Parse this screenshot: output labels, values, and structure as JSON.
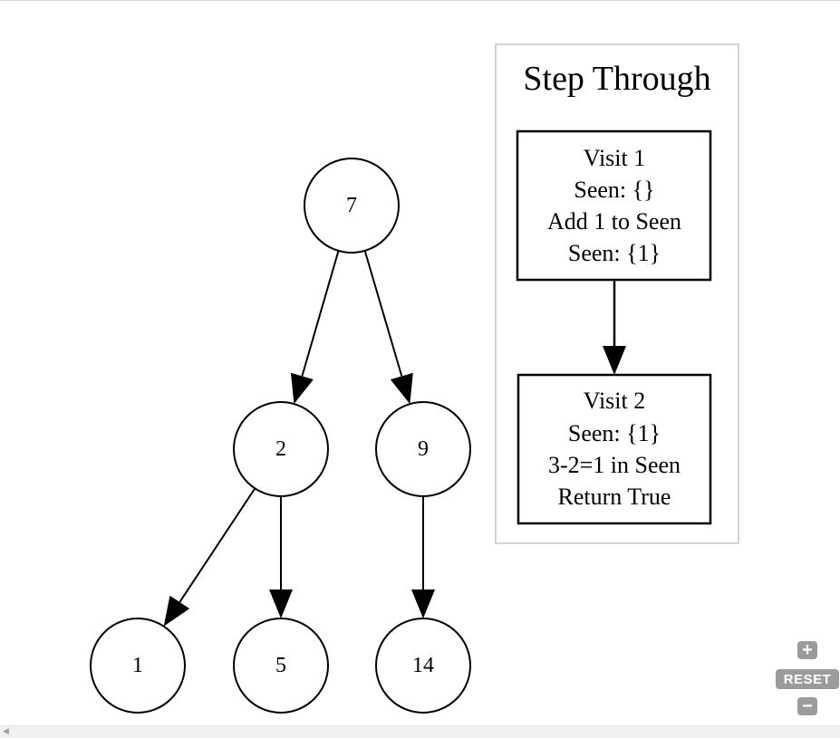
{
  "tree": {
    "nodes": [
      {
        "id": "n7",
        "label": "7"
      },
      {
        "id": "n2",
        "label": "2"
      },
      {
        "id": "n9",
        "label": "9"
      },
      {
        "id": "n1",
        "label": "1"
      },
      {
        "id": "n5",
        "label": "5"
      },
      {
        "id": "n14",
        "label": "14"
      }
    ],
    "edges": [
      {
        "from": "n7",
        "to": "n2"
      },
      {
        "from": "n7",
        "to": "n9"
      },
      {
        "from": "n2",
        "to": "n1"
      },
      {
        "from": "n2",
        "to": "n5"
      },
      {
        "from": "n9",
        "to": "n14"
      }
    ]
  },
  "step_through": {
    "title": "Step Through",
    "steps": [
      {
        "lines": [
          "Visit 1",
          "Seen: {}",
          "Add 1 to Seen",
          "Seen: {1}"
        ]
      },
      {
        "lines": [
          "Visit 2",
          "Seen: {1}",
          "3-2=1 in Seen",
          "Return True"
        ]
      }
    ]
  },
  "zoom_controls": {
    "zoom_in": "+",
    "reset": "RESET",
    "zoom_out": "−"
  },
  "colors": {
    "stroke": "#000000",
    "cluster_border": "#d3d3d3",
    "control_bg": "#9b9b9b"
  }
}
